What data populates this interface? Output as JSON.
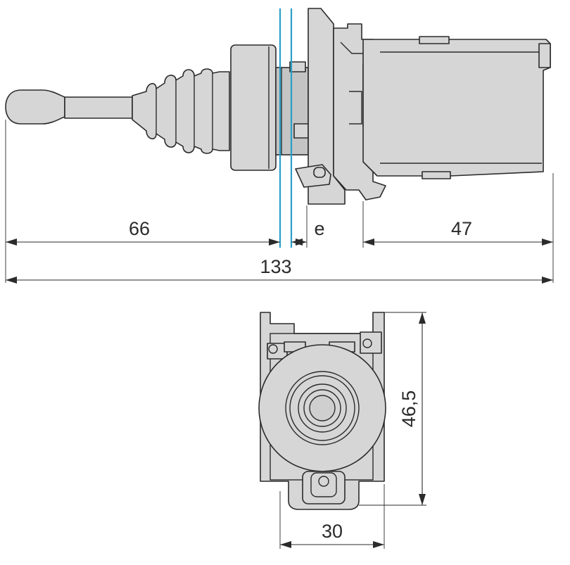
{
  "side_view": {
    "dim_handle": "66",
    "dim_panel": "e",
    "dim_body": "47",
    "dim_total": "133"
  },
  "front_view": {
    "dim_height": "46,5",
    "dim_width": "30"
  },
  "colors": {
    "panel_lines": "#2a9fc8",
    "part_fill": "#d6d6d6",
    "outline": "#2b2b2b"
  }
}
